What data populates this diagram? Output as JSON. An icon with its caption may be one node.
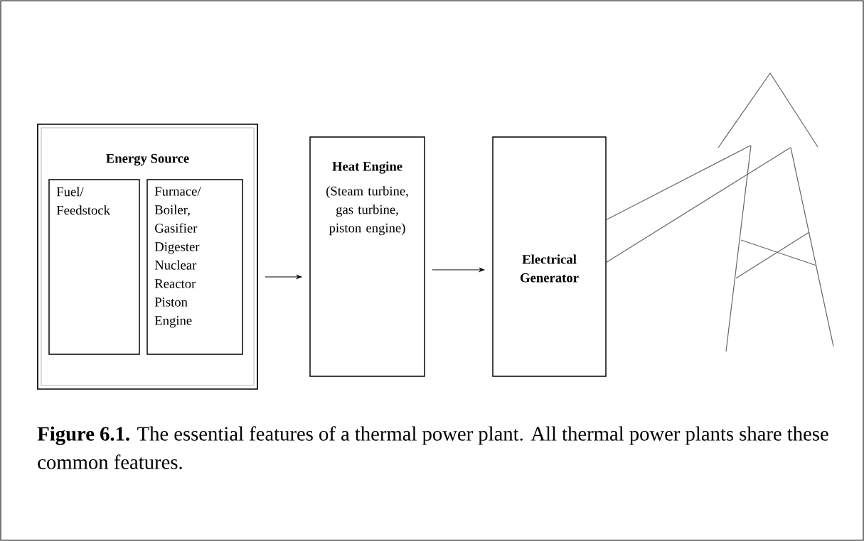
{
  "diagram": {
    "caption": "**Figure 6.1.** The essential features of a thermal power plant. All thermal power plants share these common features.",
    "nodes": [
      {
        "text": [
          "Energy Source"
        ]
      },
      {
        "text": [
          "Fuel/ Feedstock"
        ],
        "in": 0
      },
      {
        "text": [
          "Furnace/ Boiler, Gasifier Digester Nuclear Reactor Piston Engine"
        ],
        "in": 0
      },
      {
        "text": [
          "Heat Engine",
          "(Steam turbine, gas turbine, piston engine)"
        ]
      },
      {
        "text": [
          "Electrical Generator"
        ]
      },
      {
        "text": [],
        "shape": "picture"
      }
    ],
    "edges": [
      {
        "from": 0,
        "to": 3,
        "arrow": "to"
      },
      {
        "from": 3,
        "to": 4,
        "arrow": "to"
      },
      {
        "from": 4,
        "to": 5,
        "arrow": "none",
        "color": "#666666"
      },
      {
        "from": 4,
        "to": 5,
        "arrow": "none",
        "color": "#666666"
      }
    ]
  }
}
